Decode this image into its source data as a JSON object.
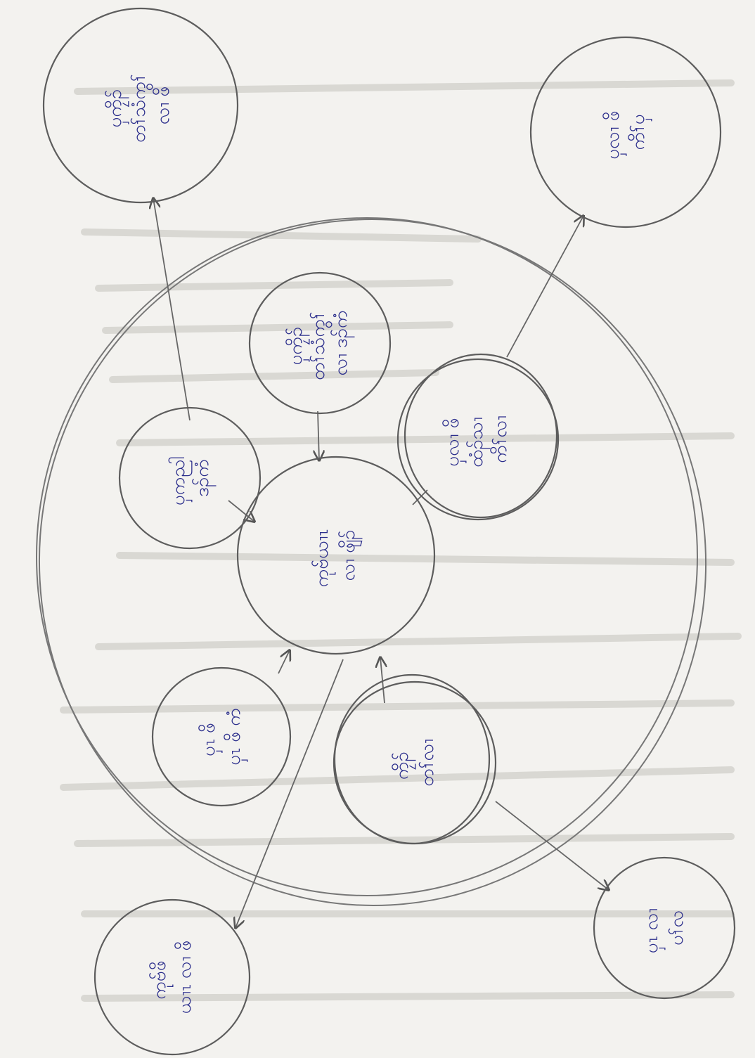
{
  "ink_color": "#2b2e8c",
  "line_color": "#666666",
  "nodes": {
    "center": {
      "lines": [
        "ကုဗ်ယၢၤ",
        "လၢ ဖျိၣ်"
      ]
    },
    "inner_top": {
      "lines": [
        "ၦကညါ",
        "ဒၣ်ကံ"
      ]
    },
    "inner_upper": {
      "lines": [
        "ၦကၠိၣ်",
        "တၢ်သံကွၢ်",
        "လၢ ဒၣ်ကံ"
      ]
    },
    "inner_right": {
      "lines": [
        "ၦလၢ ဖိ",
        "ထံၣ်သၢ",
        "ကိၢ်လၢ"
      ]
    },
    "inner_left": {
      "lines": [
        "ပှၤ ဖိ",
        "ပှၤ ဖိ ကံ"
      ]
    },
    "inner_bottom": {
      "lines": [
        "ကၠိၣ်",
        "တၢ်လၢ"
      ]
    },
    "outer_tl": {
      "lines": [
        "ၦကၠိၣ်",
        "တၢ်သံကွၢ်",
        "လၢ ဖိ"
      ]
    },
    "outer_tr": {
      "lines": [
        "ၦလၢ ဖိ",
        "ကိၢ်ၦ"
      ]
    },
    "outer_bl": {
      "lines": [
        "ကုဗ်ဖိ",
        "ယၢၤ လၢ ဖိ"
      ]
    },
    "outer_br": {
      "lines": [
        "ပှၤ လၢ",
        "ပၢ်လ"
      ]
    }
  }
}
